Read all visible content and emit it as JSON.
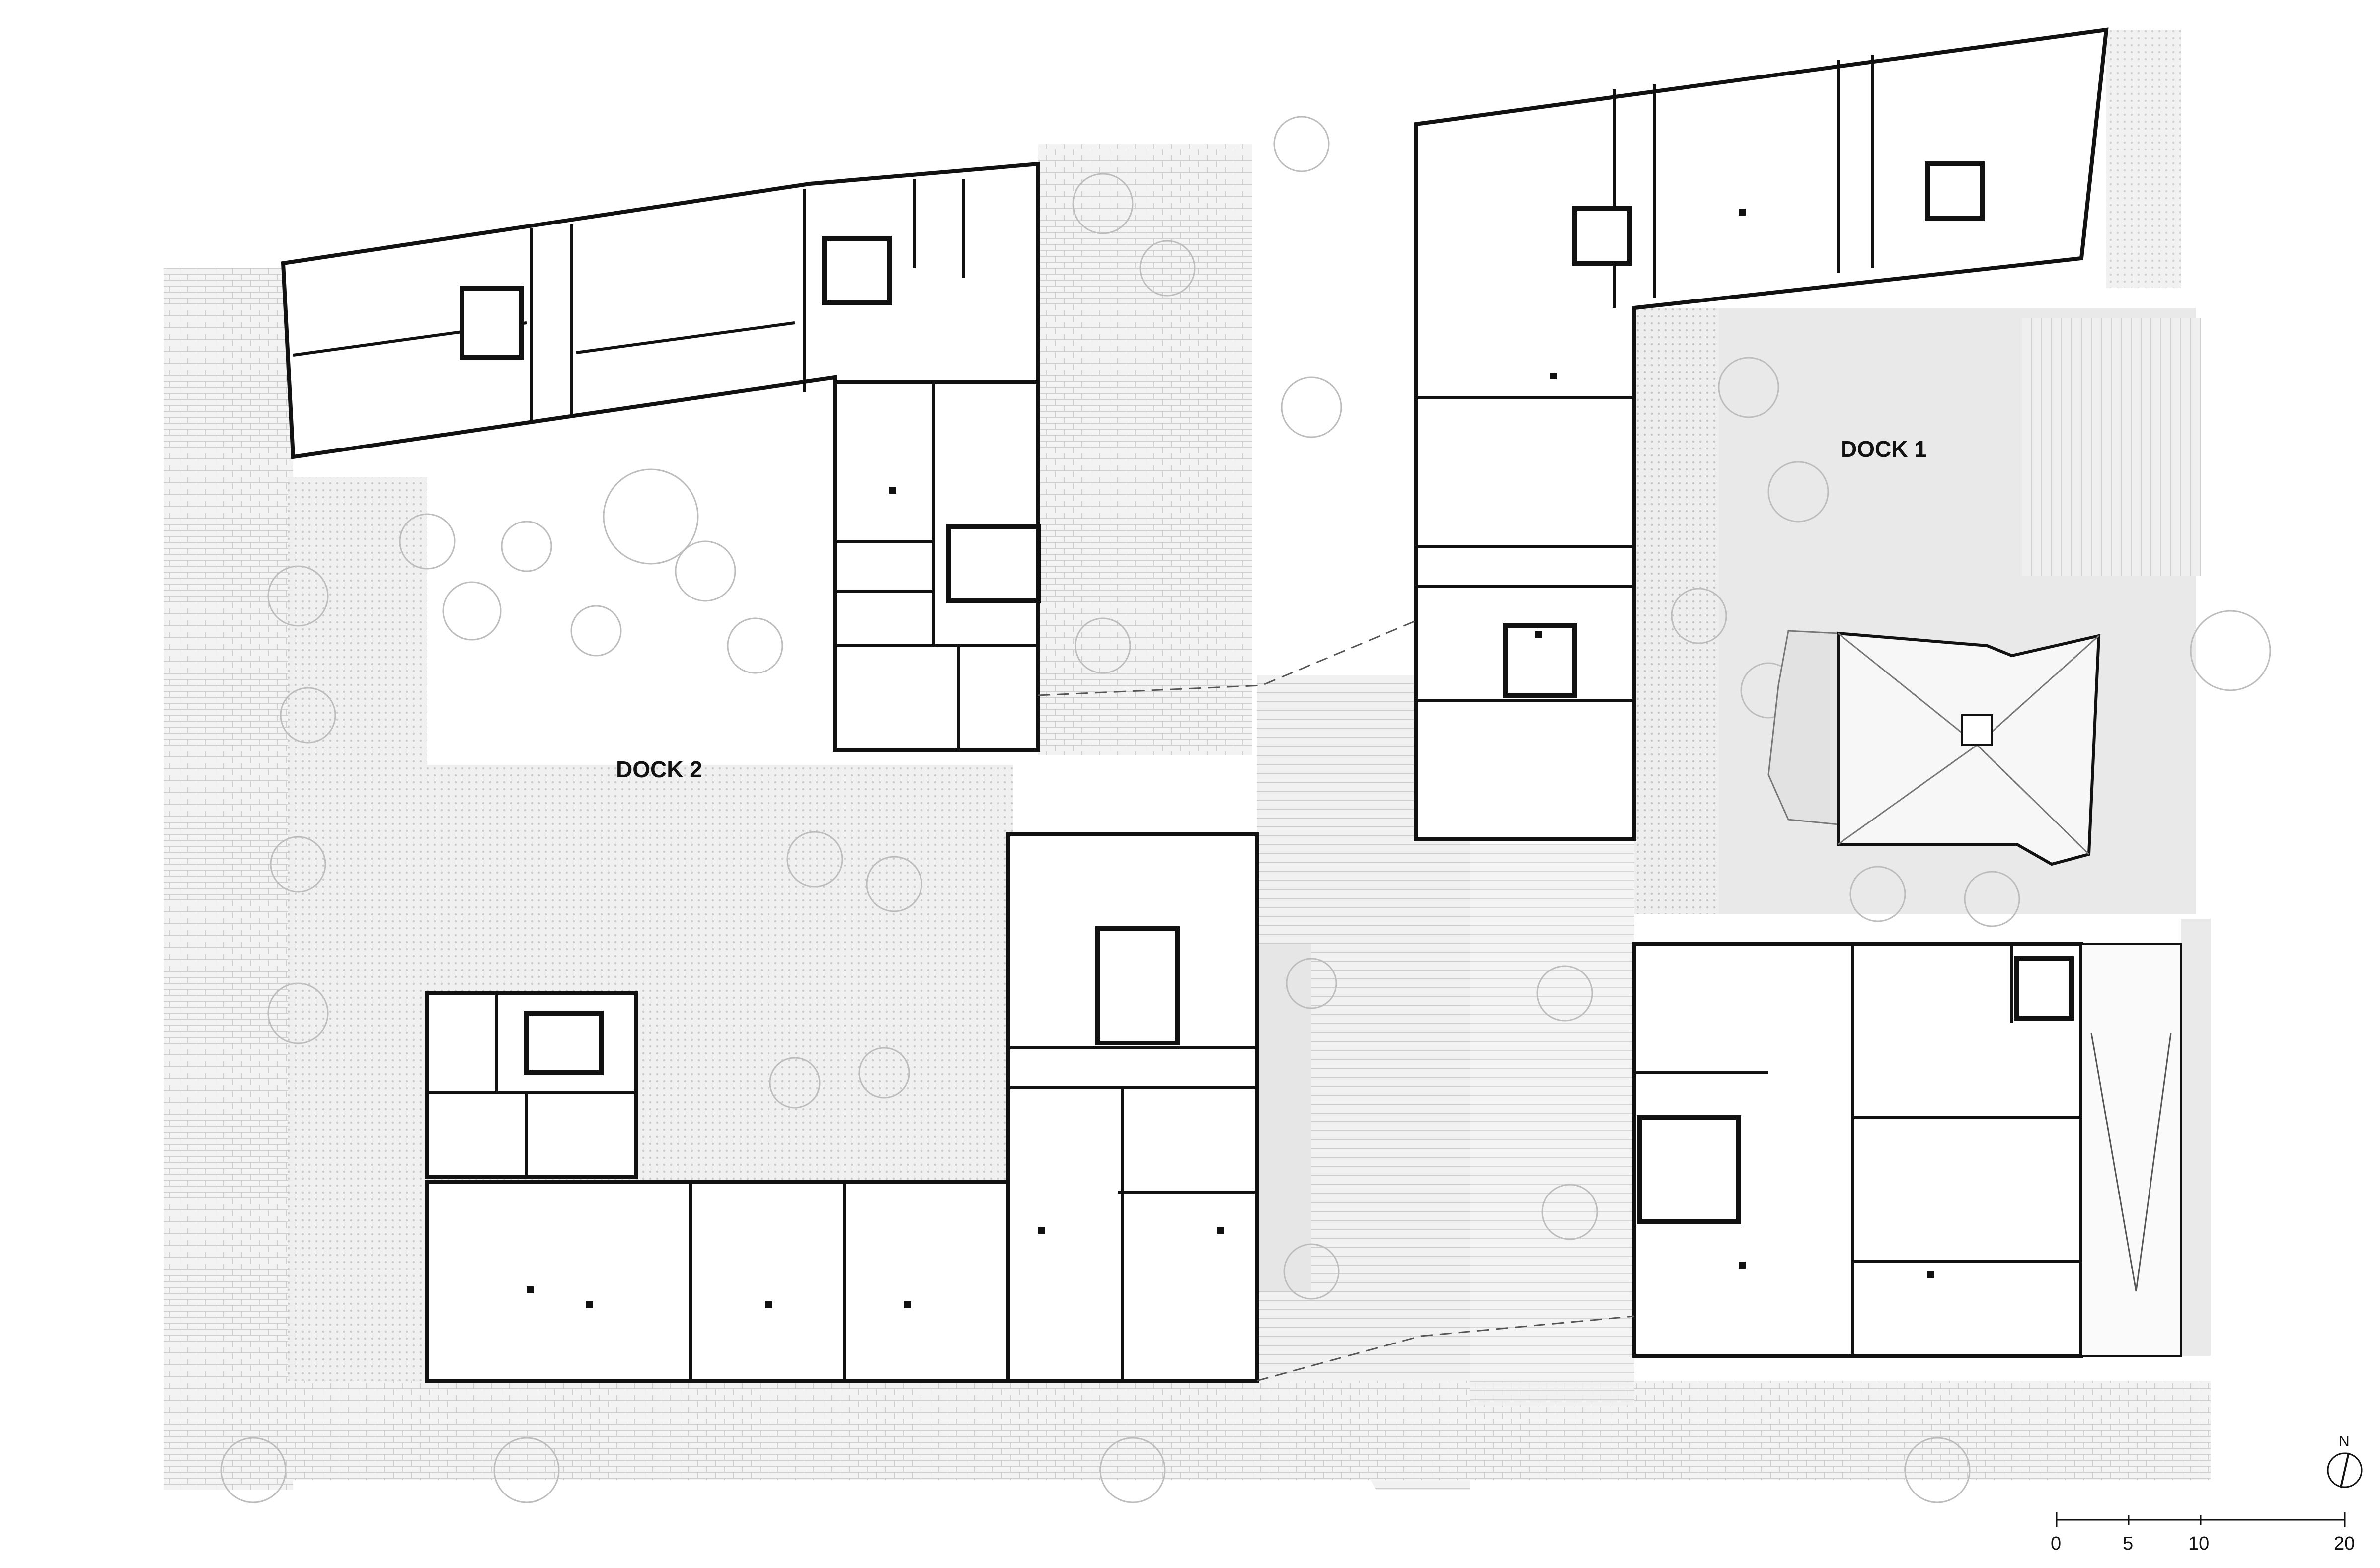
{
  "plan": {
    "labels": {
      "dock_1": "DOCK 1",
      "dock_2": "DOCK 2"
    },
    "north_label": "N",
    "scale_bar": {
      "ticks": [
        "0",
        "5",
        "10",
        "20"
      ]
    }
  },
  "colors": {
    "background": "#ffffff",
    "paving": "#eeeeee",
    "paving_light": "#f4f4f4",
    "street_band": "#e8e8e8",
    "wall": "#111111",
    "tree_outline": "#bdbdbd",
    "text": "#111111"
  }
}
